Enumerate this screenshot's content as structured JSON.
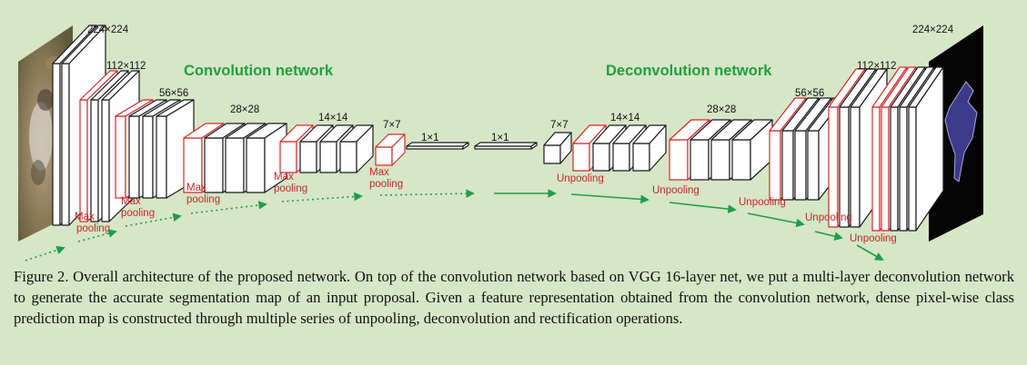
{
  "diagram": {
    "titles": {
      "convolution": "Convolution network",
      "deconvolution": "Deconvolution network"
    },
    "dims": [
      "224×224",
      "112×112",
      "56×56",
      "28×28",
      "14×14",
      "7×7",
      "1×1",
      "1×1",
      "7×7",
      "14×14",
      "28×28",
      "56×56",
      "112×112",
      "224×224"
    ],
    "max_pooling": [
      "Max\npooling",
      "Max\npooling",
      "Max\npooling",
      "Max\npooling",
      "Max\npooling"
    ],
    "unpooling": [
      "Unpooling",
      "Unpooling",
      "Unpooling",
      "Unpooling",
      "Unpooling"
    ],
    "colors": {
      "background": "#d6e6c7",
      "layer_outline": "#1a1a1a",
      "pooling_outline": "#d22a2a",
      "title_green": "#1fa03e",
      "arrow_green": "#1f9d4a"
    },
    "images": {
      "input": "dog-photo",
      "output": "segmentation-mask"
    }
  },
  "caption": "Figure 2. Overall architecture of the proposed network. On top of the convolution network based on VGG 16-layer net, we put a multi-layer deconvolution network to generate the accurate segmentation map of an input proposal. Given a feature representation obtained from the convolution network, dense pixel-wise class prediction map is constructed through multiple series of unpooling, deconvolution and rectification operations."
}
